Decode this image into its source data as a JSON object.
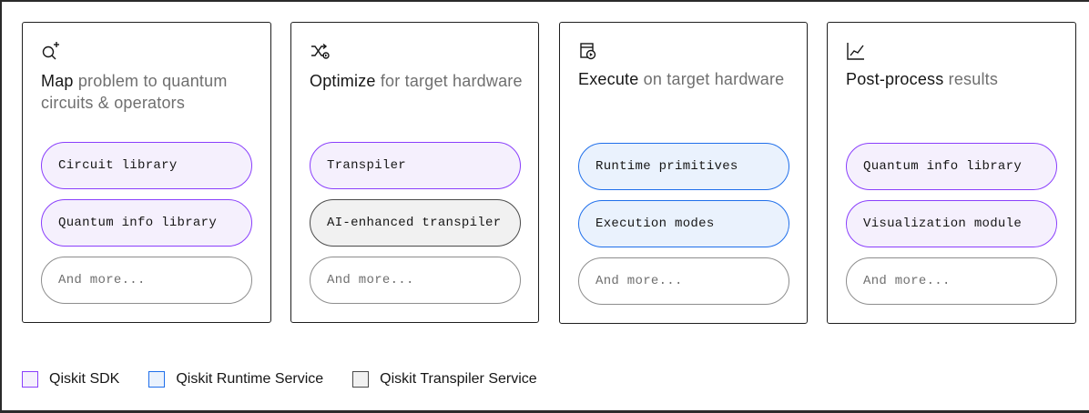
{
  "cards": [
    {
      "icon": "zoom-in-icon",
      "title_strong": "Map",
      "title_rest": " problem to quantum circuits & operators",
      "pills": [
        {
          "label": "Circuit library",
          "kind": "sdk"
        },
        {
          "label": "Quantum info library",
          "kind": "sdk"
        },
        {
          "label": "And more...",
          "kind": "more"
        }
      ]
    },
    {
      "icon": "shuffle-icon",
      "title_strong": "Optimize",
      "title_rest": " for target hardware",
      "pills": [
        {
          "label": "Transpiler",
          "kind": "sdk"
        },
        {
          "label": "AI-enhanced transpiler",
          "kind": "transpiler"
        },
        {
          "label": "And more...",
          "kind": "more"
        }
      ]
    },
    {
      "icon": "run-icon",
      "title_strong": "Execute",
      "title_rest": " on target hardware",
      "pills": [
        {
          "label": "Runtime primitives",
          "kind": "runtime"
        },
        {
          "label": "Execution modes",
          "kind": "runtime"
        },
        {
          "label": "And more...",
          "kind": "more"
        }
      ]
    },
    {
      "icon": "chart-line-icon",
      "title_strong": "Post-process",
      "title_rest": " results",
      "pills": [
        {
          "label": "Quantum info library",
          "kind": "sdk"
        },
        {
          "label": "Visualization module",
          "kind": "sdk"
        },
        {
          "label": "And more...",
          "kind": "more"
        }
      ]
    }
  ],
  "legend": [
    {
      "label": "Qiskit SDK",
      "kind": "sdk"
    },
    {
      "label": "Qiskit Runtime Service",
      "kind": "runtime"
    },
    {
      "label": "Qiskit Transpiler Service",
      "kind": "transpiler"
    }
  ],
  "colors": {
    "sdk_border": "#8a3ffc",
    "sdk_fill": "#f5f0fd",
    "runtime_border": "#1f6feb",
    "runtime_fill": "#eaf2fd",
    "transpiler_border": "#4a4a4a",
    "transpiler_fill": "#f1f1f1"
  }
}
